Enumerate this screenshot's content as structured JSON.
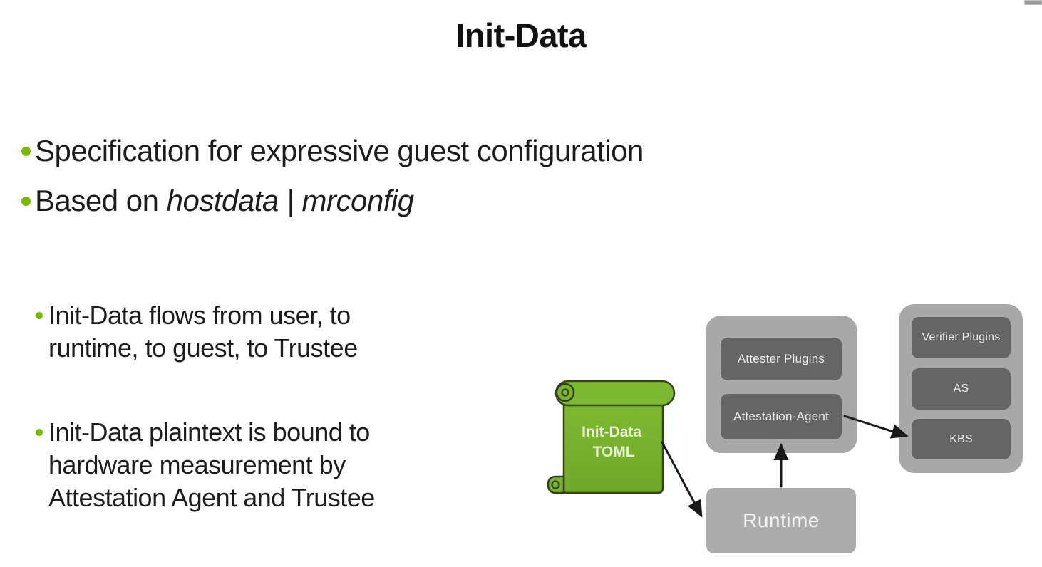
{
  "slide": {
    "title": "Init-Data",
    "bullets_primary": [
      {
        "text": "Specification for expressive guest configuration"
      },
      {
        "prefix": "Based on ",
        "emphasis": "hostdata | mrconfig"
      }
    ],
    "bullets_secondary": [
      {
        "lines": [
          "Init-Data flows from user, to",
          "runtime, to guest, to Trustee"
        ]
      },
      {
        "lines": [
          "Init-Data plaintext is bound to",
          "hardware measurement by",
          "Attestation Agent and Trustee"
        ]
      }
    ]
  },
  "diagram": {
    "init_data_scroll": {
      "line1": "Init-Data",
      "line2": "TOML"
    },
    "guest_group": {
      "attester_plugins": "Attester Plugins",
      "attestation_agent": "Attestation-Agent"
    },
    "trustee_group": {
      "verifier_plugins": "Verifier Plugins",
      "as": "AS",
      "kbs": "KBS"
    },
    "runtime_label": "Runtime",
    "arrows": [
      {
        "from": "init-data-scroll",
        "to": "runtime"
      },
      {
        "from": "runtime",
        "to": "attestation-agent"
      },
      {
        "from": "attestation-agent",
        "to": "kbs"
      }
    ]
  },
  "colors": {
    "accent_green": "#76b900",
    "scroll_green": "#79b42e",
    "scroll_text": "#eaf6d3",
    "group_gray": "#a8a8a8",
    "inner_box_gray": "#656565",
    "runtime_gray": "#acacac",
    "box_text": "#eeeeee",
    "body_text": "#1c1c1c",
    "arrow_black": "#1a1a1a"
  }
}
